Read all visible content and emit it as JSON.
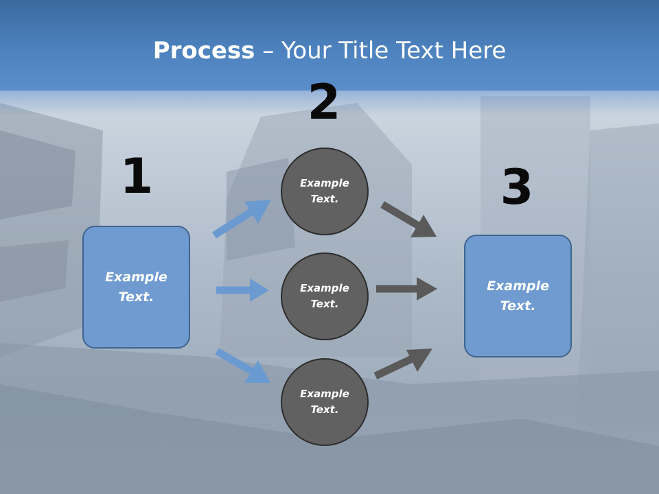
{
  "title": {
    "bold": "Process",
    "rest": " – Your Title Text Here"
  },
  "steps": {
    "one": {
      "number": "1",
      "box_text": "Example\nText."
    },
    "two": {
      "number": "2",
      "circles": [
        "Example\nText.",
        "Example\nText.",
        "Example\nText."
      ]
    },
    "three": {
      "number": "3",
      "box_text": "Example\nText."
    }
  },
  "colors": {
    "title_bar": "#4d82bf",
    "box_fill": "#6f9bd0",
    "circle_fill": "#616161",
    "blue_arrow": "#6b9ad1",
    "gray_arrow": "#5a5a5a"
  }
}
